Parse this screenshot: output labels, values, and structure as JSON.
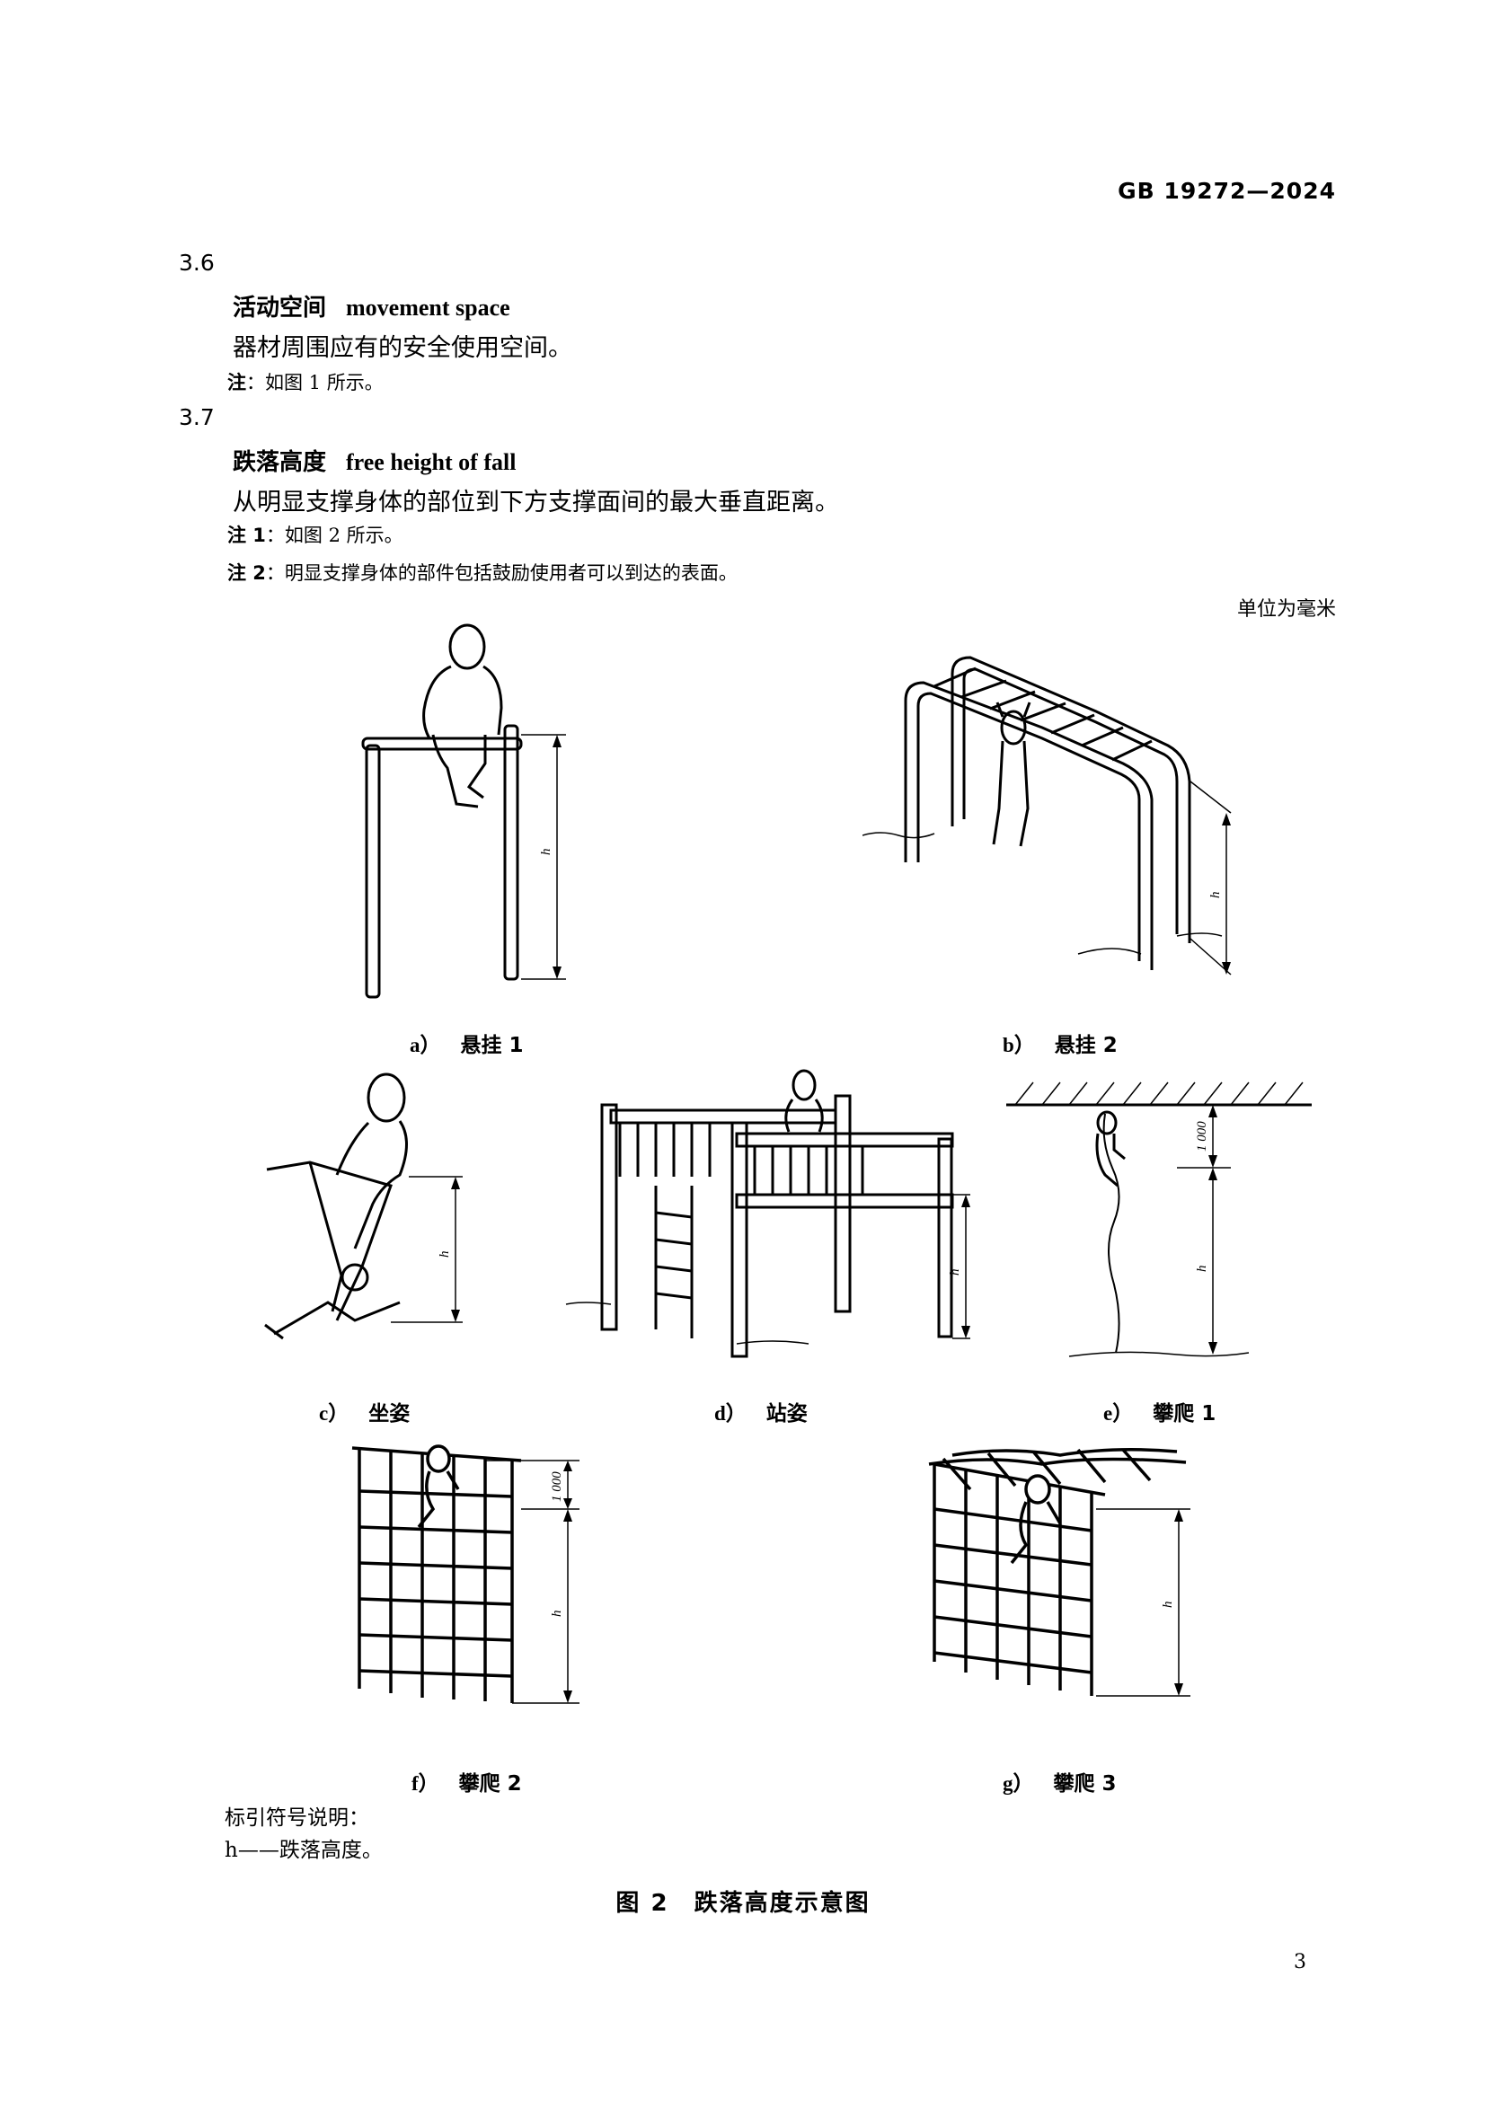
{
  "header": {
    "standard_no": "GB 19272—2024"
  },
  "clauses": [
    {
      "number": "3.6",
      "term_zh": "活动空间",
      "term_en": "movement space",
      "definition": "器材周围应有的安全使用空间。",
      "notes": [
        {
          "label": "注",
          "text": "：如图 1 所示。"
        }
      ]
    },
    {
      "number": "3.7",
      "term_zh": "跌落高度",
      "term_en": "free height of fall",
      "definition": "从明显支撑身体的部位到下方支撑面间的最大垂直距离。",
      "notes": [
        {
          "label": "注 1",
          "text": "：如图 2 所示。"
        },
        {
          "label": "注 2",
          "text": "：明显支撑身体的部件包括鼓励使用者可以到达的表面。"
        }
      ]
    }
  ],
  "figure": {
    "unit_note": "单位为毫米",
    "panels": [
      {
        "letter": "a）",
        "caption": "悬挂 1"
      },
      {
        "letter": "b）",
        "caption": "悬挂 2"
      },
      {
        "letter": "c）",
        "caption": "坐姿"
      },
      {
        "letter": "d）",
        "caption": "站姿"
      },
      {
        "letter": "e）",
        "caption": "攀爬 1"
      },
      {
        "letter": "f）",
        "caption": "攀爬 2"
      },
      {
        "letter": "g）",
        "caption": "攀爬 3"
      }
    ],
    "dim_label": "h",
    "dim_1000": "1 000",
    "legend_title": "标引符号说明：",
    "legend_item": "h——跌落高度。",
    "title": "图 2　跌落高度示意图"
  },
  "page_number": "3"
}
